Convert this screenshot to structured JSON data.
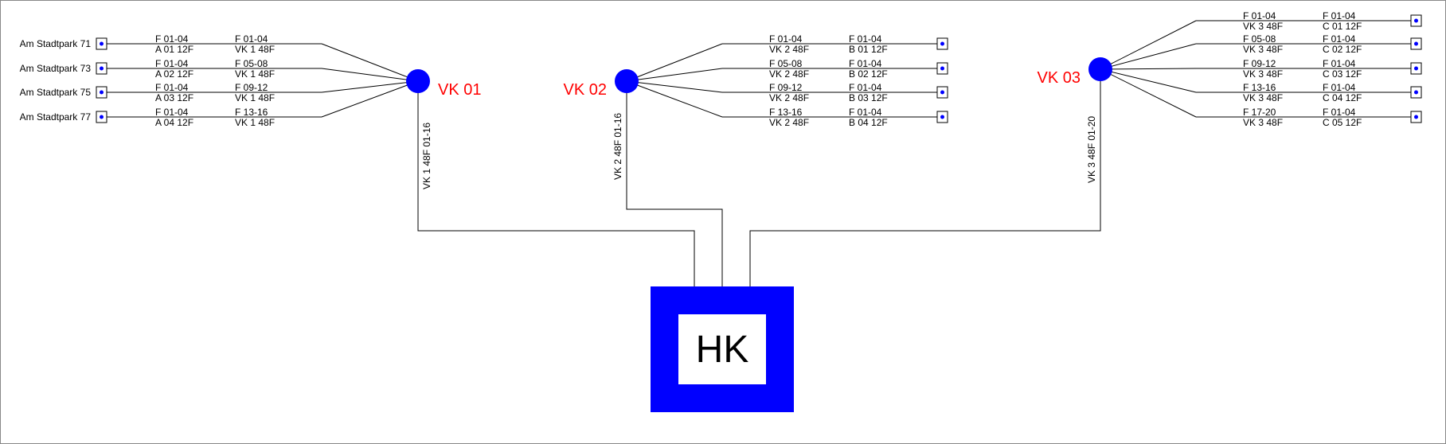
{
  "colors": {
    "node": "#0000ff",
    "vk_label": "#ff0000",
    "hk_frame": "#0000ff"
  },
  "hk": {
    "label": "HK"
  },
  "nodes": [
    {
      "label": "VK 01",
      "trunk": "VK 1 48F 01-16",
      "branches": [
        {
          "address": "Am Stadtpark 71",
          "a1": "F 01-04",
          "a2": "A 01 12F",
          "b1": "F 01-04",
          "b2": "VK 1 48F"
        },
        {
          "address": "Am Stadtpark 73",
          "a1": "F 01-04",
          "a2": "A 02 12F",
          "b1": "F 05-08",
          "b2": "VK 1 48F"
        },
        {
          "address": "Am Stadtpark 75",
          "a1": "F 01-04",
          "a2": "A 03 12F",
          "b1": "F 09-12",
          "b2": "VK 1 48F"
        },
        {
          "address": "Am Stadtpark 77",
          "a1": "F 01-04",
          "a2": "A 04 12F",
          "b1": "F 13-16",
          "b2": "VK 1 48F"
        }
      ]
    },
    {
      "label": "VK 02",
      "trunk": "VK 2 48F 01-16",
      "branches": [
        {
          "a1": "F 01-04",
          "a2": "VK 2 48F",
          "b1": "F 01-04",
          "b2": "B 01 12F"
        },
        {
          "a1": "F 05-08",
          "a2": "VK 2 48F",
          "b1": "F 01-04",
          "b2": "B 02 12F"
        },
        {
          "a1": "F 09-12",
          "a2": "VK 2 48F",
          "b1": "F 01-04",
          "b2": "B 03 12F"
        },
        {
          "a1": "F 13-16",
          "a2": "VK 2 48F",
          "b1": "F 01-04",
          "b2": "B 04 12F"
        }
      ]
    },
    {
      "label": "VK 03",
      "trunk": "VK 3 48F 01-20",
      "branches": [
        {
          "a1": "F 01-04",
          "a2": "VK 3 48F",
          "b1": "F 01-04",
          "b2": "C 01 12F"
        },
        {
          "a1": "F 05-08",
          "a2": "VK 3 48F",
          "b1": "F 01-04",
          "b2": "C 02 12F"
        },
        {
          "a1": "F 09-12",
          "a2": "VK 3 48F",
          "b1": "F 01-04",
          "b2": "C 03 12F"
        },
        {
          "a1": "F 13-16",
          "a2": "VK 3 48F",
          "b1": "F 01-04",
          "b2": "C 04 12F"
        },
        {
          "a1": "F 17-20",
          "a2": "VK 3 48F",
          "b1": "F 01-04",
          "b2": "C 05 12F"
        }
      ]
    }
  ]
}
